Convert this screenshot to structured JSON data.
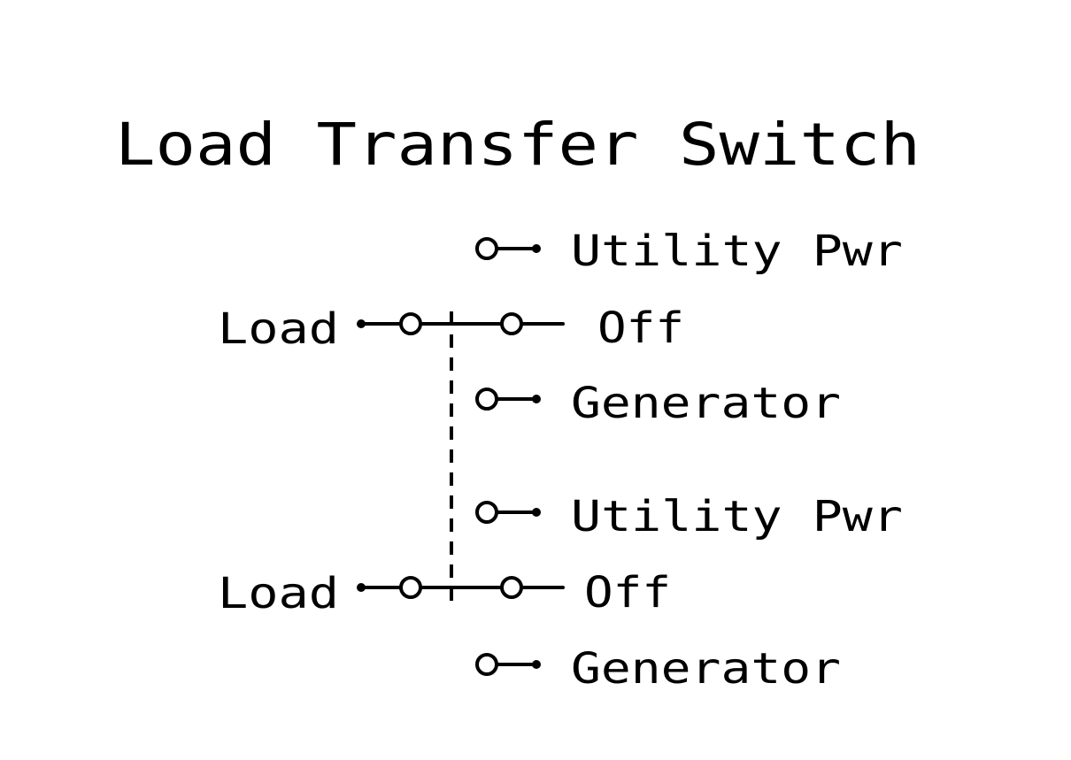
{
  "title": "Load Transfer Switch",
  "colors": {
    "ink": "#000000",
    "background": "#ffffff"
  },
  "poles": [
    {
      "load_label": "Load",
      "positions": [
        "Utility Pwr",
        "Off",
        "Generator"
      ]
    },
    {
      "load_label": "Load",
      "positions": [
        "Utility Pwr",
        "Off",
        "Generator"
      ]
    }
  ]
}
